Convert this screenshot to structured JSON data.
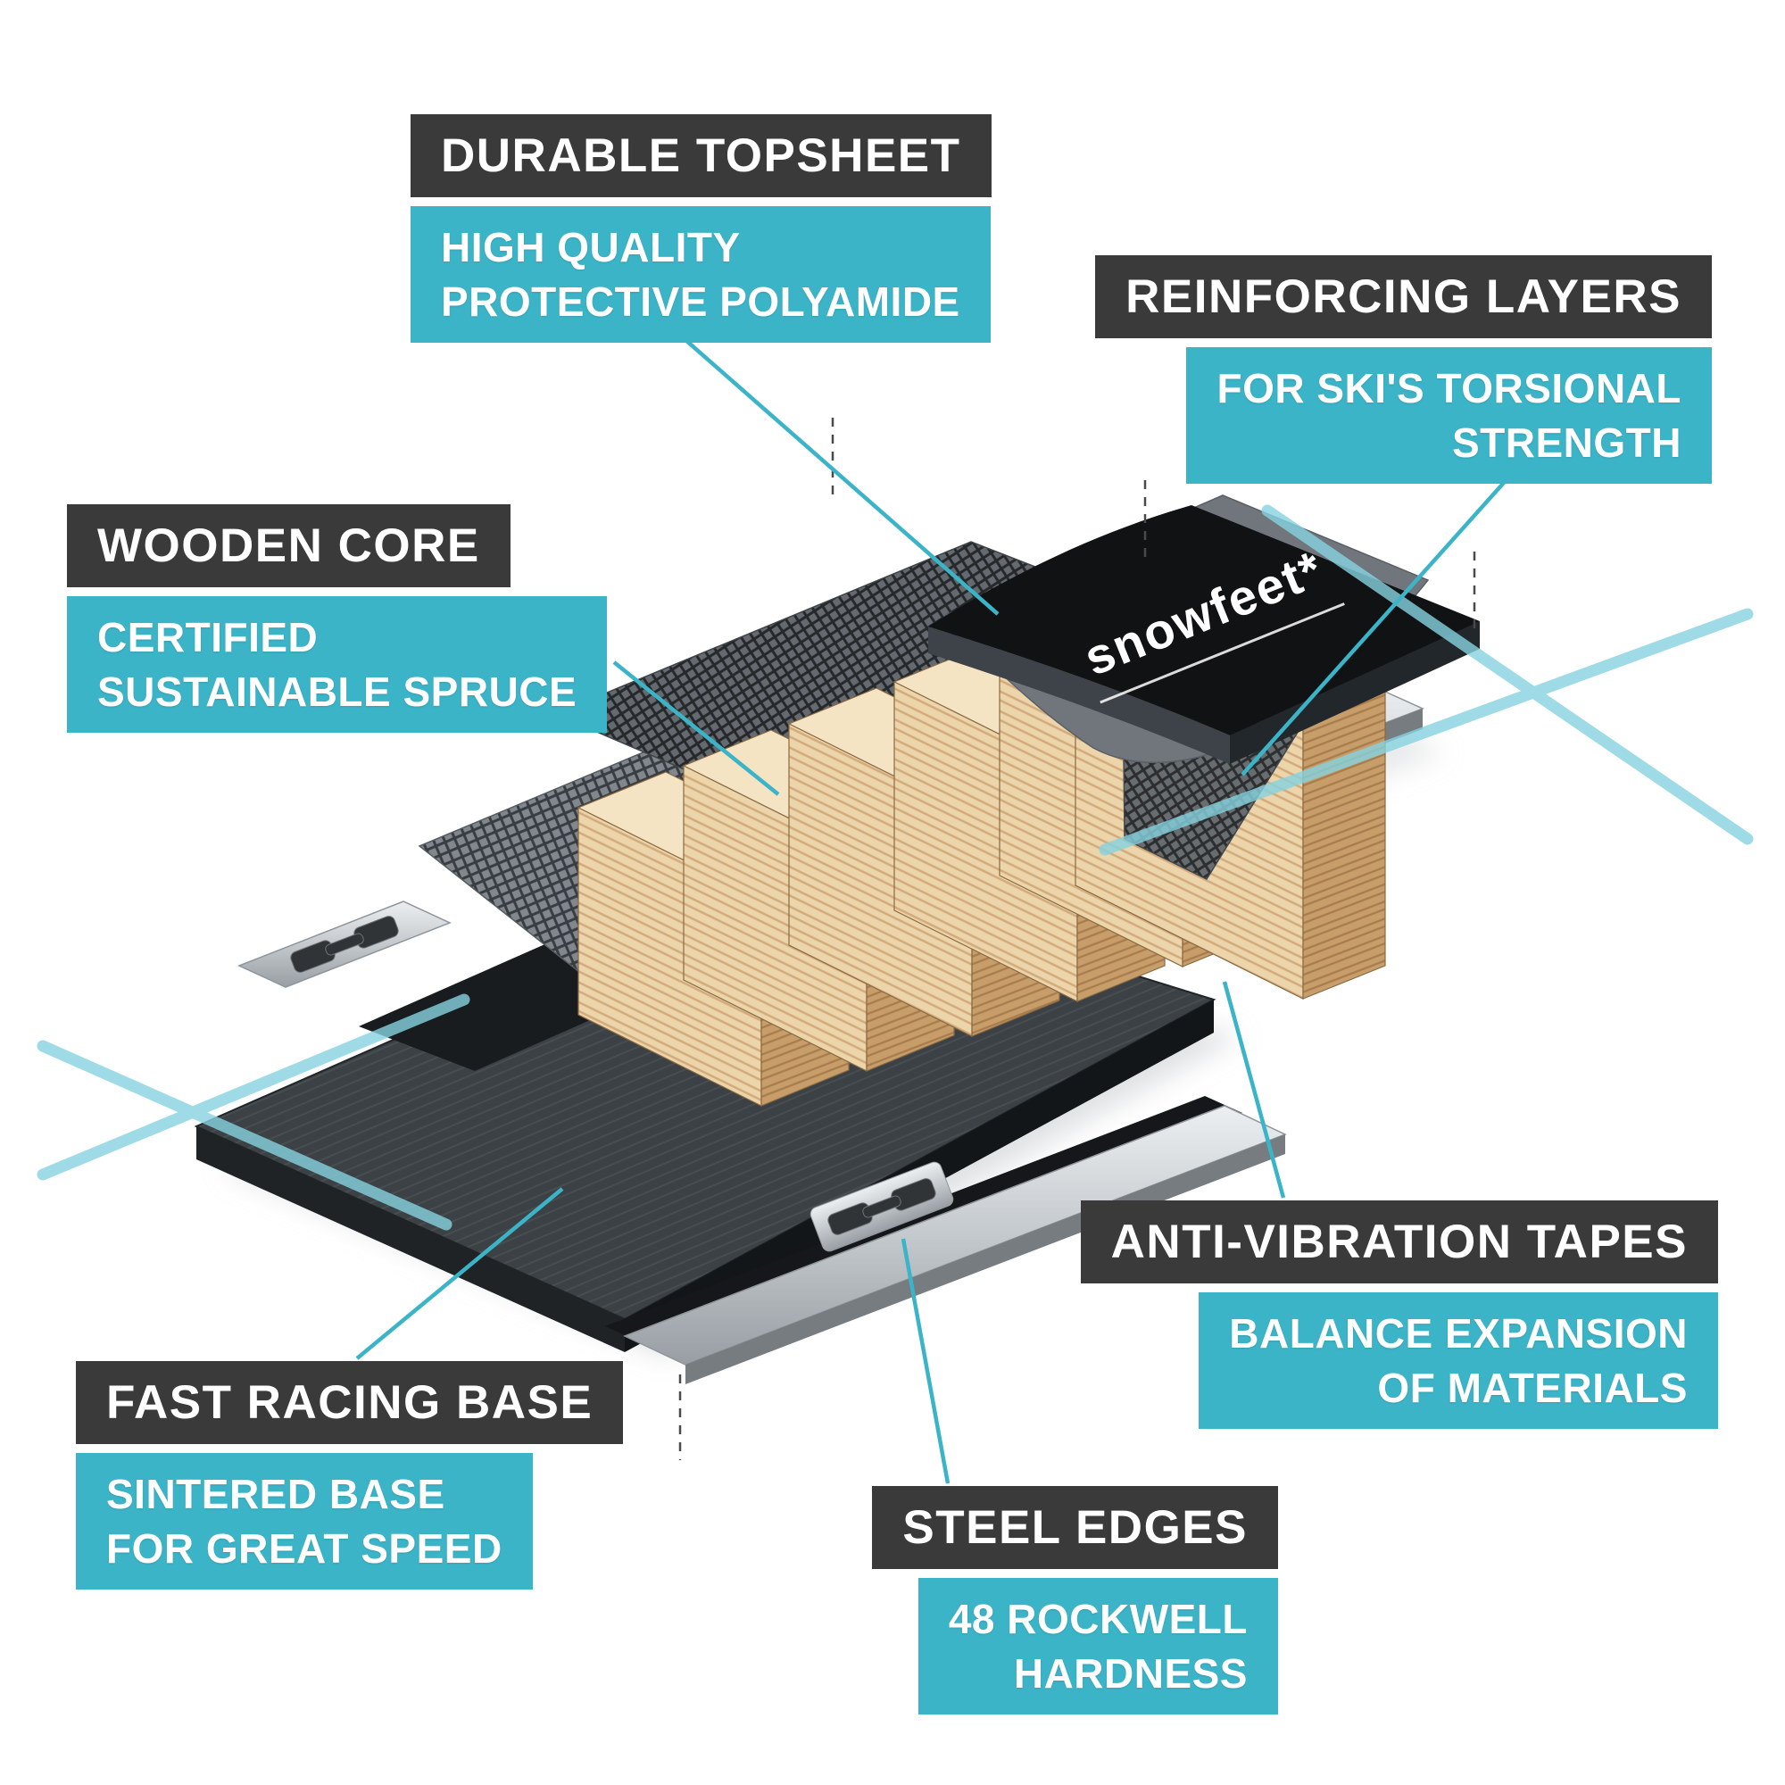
{
  "brand": {
    "logo": "snowfeet*"
  },
  "colors": {
    "accent_teal": "#3cb4c8",
    "label_dark": "#3a3a3a",
    "guide_teal": "#86d3e0",
    "text_white": "#ffffff"
  },
  "callouts": [
    {
      "id": "durable-topsheet",
      "title": "DURABLE TOPSHEET",
      "lines": [
        "HIGH QUALITY",
        "PROTECTIVE POLYAMIDE"
      ]
    },
    {
      "id": "reinforcing-layers",
      "title": "REINFORCING LAYERS",
      "lines": [
        "FOR SKI'S TORSIONAL",
        "STRENGTH"
      ]
    },
    {
      "id": "wooden-core",
      "title": "WOODEN CORE",
      "lines": [
        "CERTIFIED",
        "SUSTAINABLE SPRUCE"
      ]
    },
    {
      "id": "anti-vibration-tapes",
      "title": "ANTI-VIBRATION TAPES",
      "lines": [
        "BALANCE EXPANSION",
        "OF MATERIALS"
      ]
    },
    {
      "id": "fast-racing-base",
      "title": "FAST RACING BASE",
      "lines": [
        "SINTERED BASE",
        "FOR GREAT SPEED"
      ]
    },
    {
      "id": "steel-edges",
      "title": "STEEL EDGES",
      "lines": [
        "48 ROCKWELL",
        "HARDNESS"
      ]
    }
  ]
}
